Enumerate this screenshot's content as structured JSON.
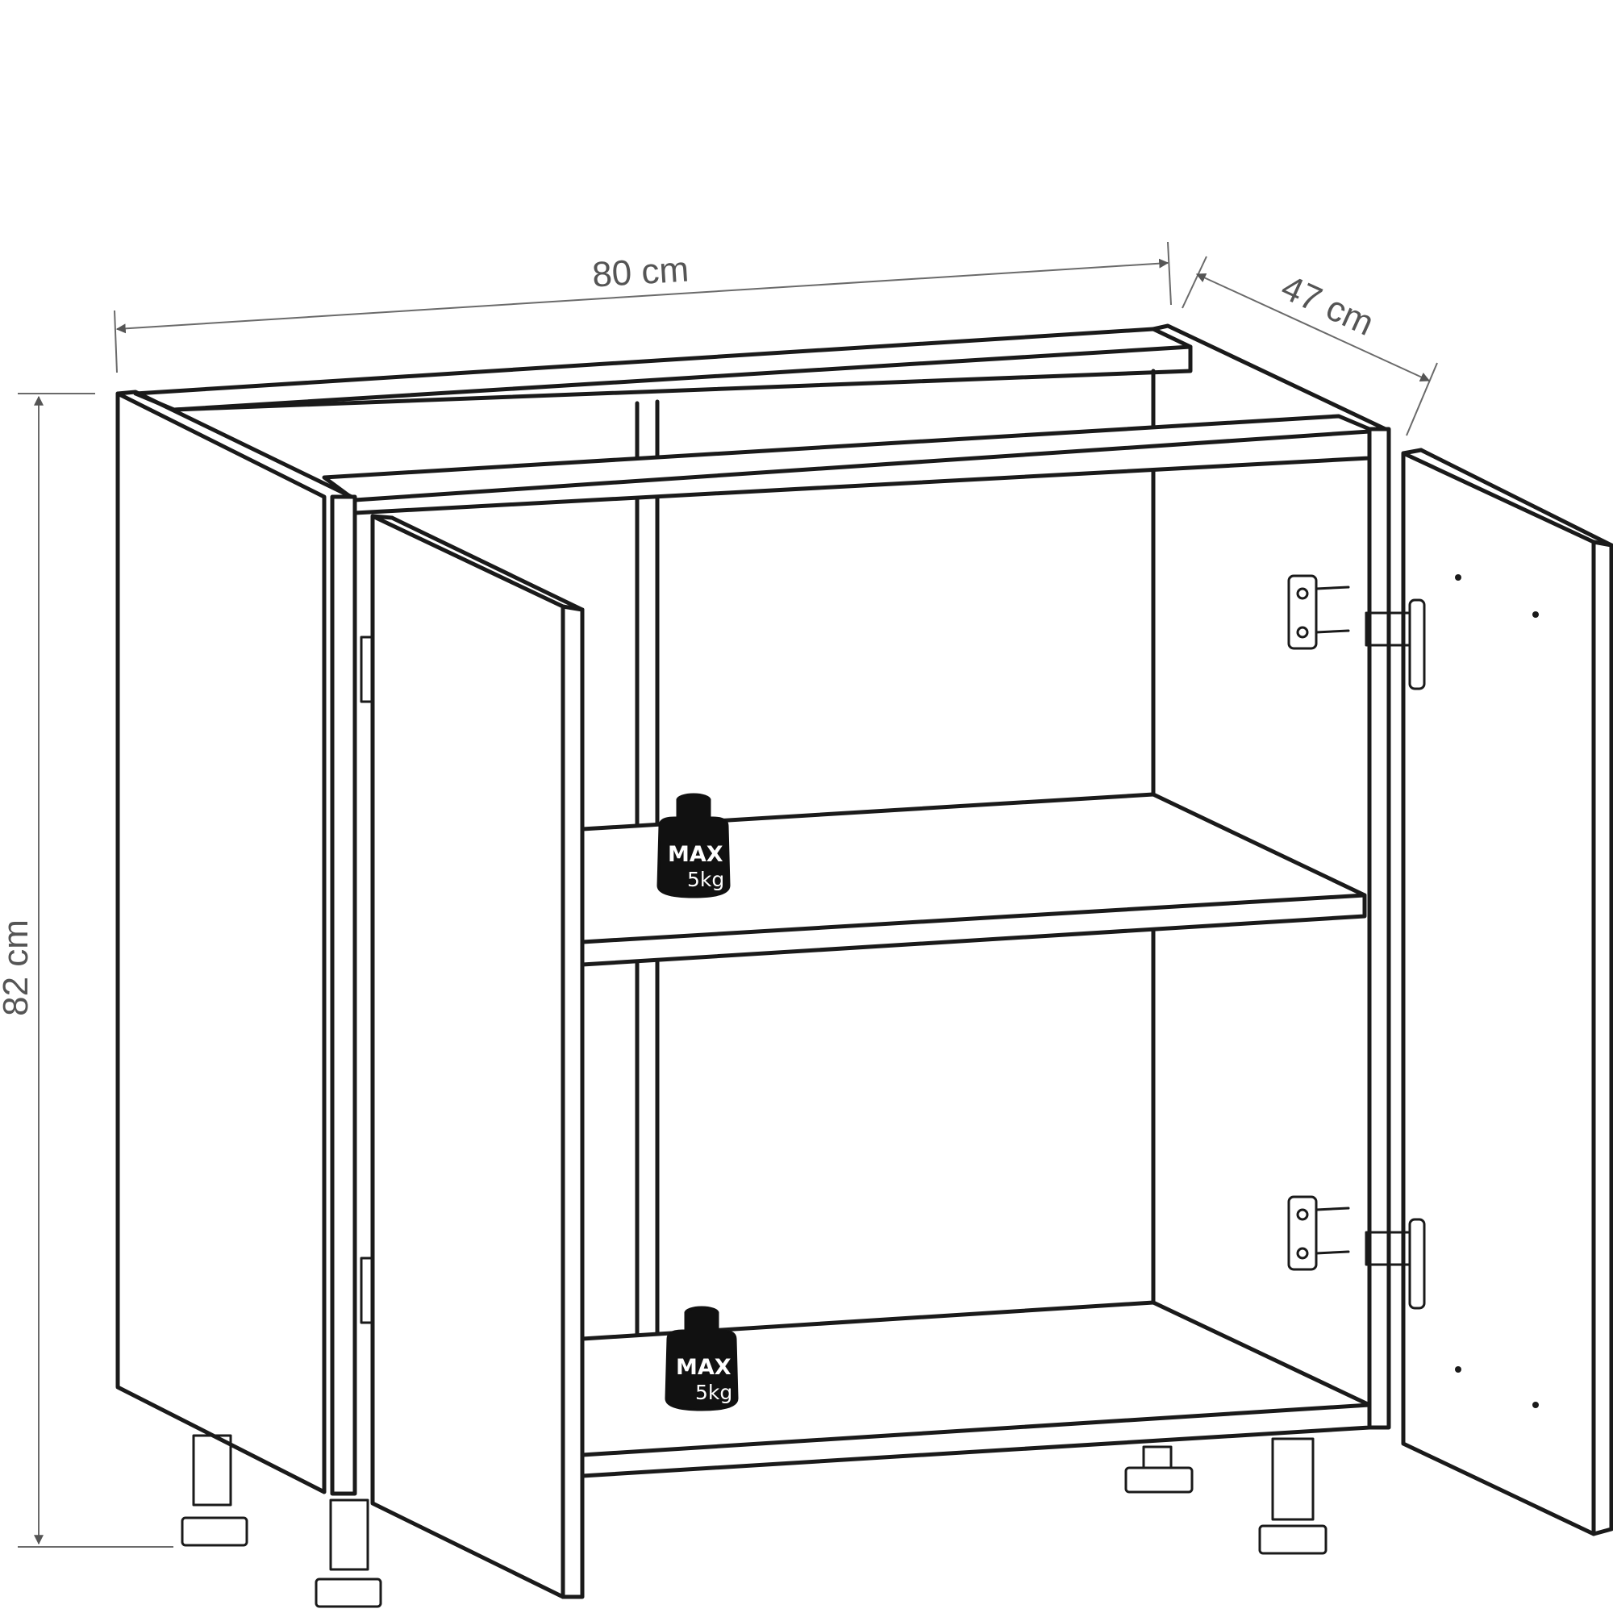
{
  "dimensions": {
    "width": "80 cm",
    "depth": "47 cm",
    "height": "82 cm"
  },
  "shelves": [
    {
      "max_label": "MAX",
      "load_label": "5kg"
    },
    {
      "max_label": "MAX",
      "load_label": "5kg"
    }
  ],
  "icons": [
    "weight-icon",
    "hinge-icon",
    "leg-icon",
    "dimension-arrow-icon"
  ]
}
